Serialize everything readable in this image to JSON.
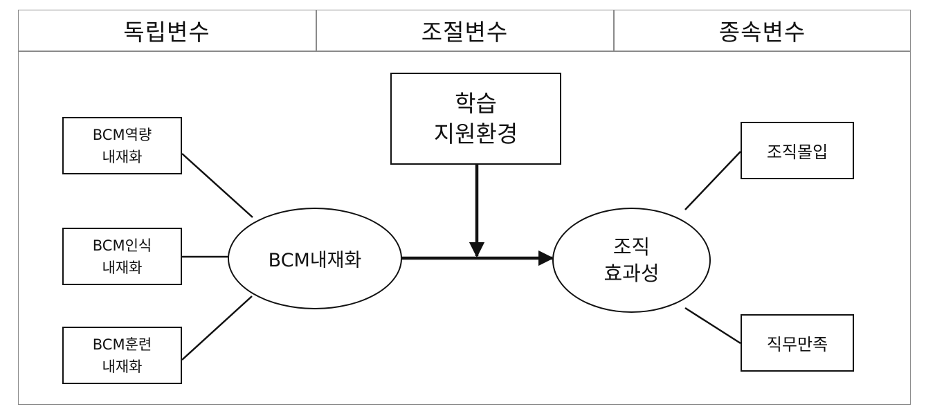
{
  "header": {
    "independent": "독립변수",
    "moderating": "조절변수",
    "dependent": "종속변수"
  },
  "nodes": {
    "iv1": {
      "line1": "BCM역량",
      "line2": "내재화"
    },
    "iv2": {
      "line1": "BCM인식",
      "line2": "내재화"
    },
    "iv3": {
      "line1": "BCM훈련",
      "line2": "내재화"
    },
    "center": "BCM내재화",
    "moderator": {
      "line1": "학습",
      "line2": "지원환경"
    },
    "outcome": {
      "line1": "조직",
      "line2": "효과성"
    },
    "dv1": "조직몰입",
    "dv2": "직무만족"
  },
  "colors": {
    "stroke": "#111111",
    "frame": "#8a8a8a"
  }
}
